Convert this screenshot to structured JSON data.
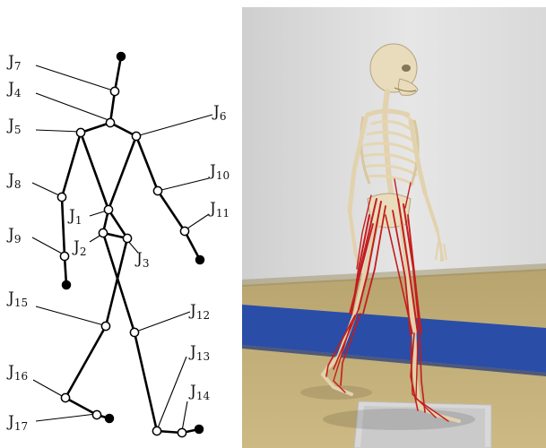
{
  "diagram": {
    "joints": [
      {
        "id": "J7",
        "letter": "J",
        "num": "7"
      },
      {
        "id": "J4",
        "letter": "J",
        "num": "4"
      },
      {
        "id": "J5",
        "letter": "J",
        "num": "5"
      },
      {
        "id": "J6",
        "letter": "J",
        "num": "6"
      },
      {
        "id": "J8",
        "letter": "J",
        "num": "8"
      },
      {
        "id": "J10",
        "letter": "J",
        "num": "10"
      },
      {
        "id": "J1",
        "letter": "J",
        "num": "1"
      },
      {
        "id": "J11",
        "letter": "J",
        "num": "11"
      },
      {
        "id": "J2",
        "letter": "J",
        "num": "2"
      },
      {
        "id": "J3",
        "letter": "J",
        "num": "3"
      },
      {
        "id": "J9",
        "letter": "J",
        "num": "9"
      },
      {
        "id": "J15",
        "letter": "J",
        "num": "15"
      },
      {
        "id": "J12",
        "letter": "J",
        "num": "12"
      },
      {
        "id": "J13",
        "letter": "J",
        "num": "13"
      },
      {
        "id": "J16",
        "letter": "J",
        "num": "16"
      },
      {
        "id": "J14",
        "letter": "J",
        "num": "14"
      },
      {
        "id": "J17",
        "letter": "J",
        "num": "17"
      }
    ],
    "colors": {
      "line": "#000000",
      "joint_open": "#ffffff",
      "joint_end": "#000000"
    }
  },
  "render": {
    "colors": {
      "wall": "#dcdcdc",
      "floor": "#c9b57f",
      "mat": "#2a4da8",
      "force_plate": "#d8d8d8",
      "bone": "#e9dcbc",
      "muscle": "#c41d1d"
    }
  }
}
